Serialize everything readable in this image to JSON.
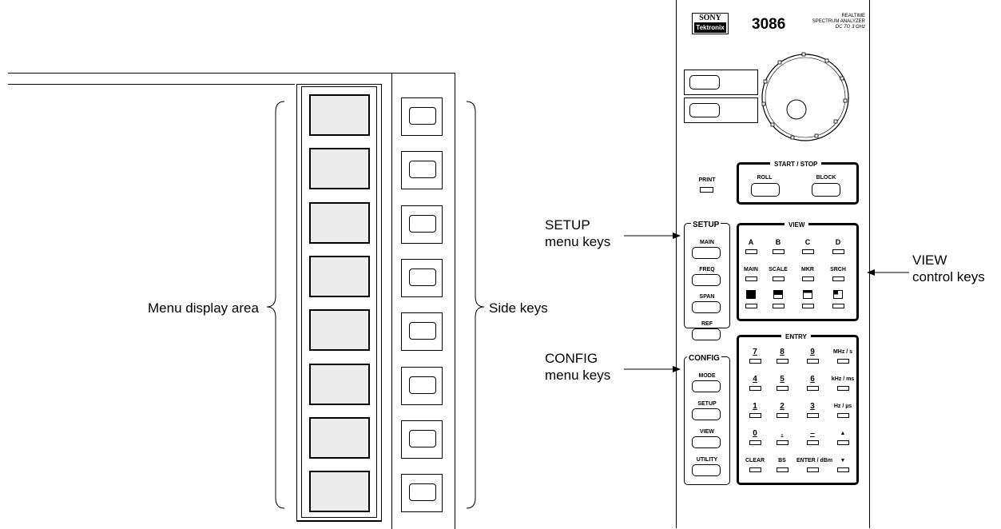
{
  "labels": {
    "menu_display_area": "Menu display area",
    "side_keys": "Side keys",
    "setup_line1": "SETUP",
    "setup_line2": "menu keys",
    "config_line1": "CONFIG",
    "config_line2": "menu keys",
    "view_line1": "VIEW",
    "view_line2": "control keys"
  },
  "panel": {
    "brand_top": "SONY",
    "brand_bottom": "Tektronix",
    "model": "3086",
    "desc_line1": "REALTIME",
    "desc_line2": "SPECTRUM ANALYZER",
    "desc_line3": "DC TO 3 GHz",
    "print": "PRINT",
    "start_stop": {
      "title": "START / STOP",
      "roll": "ROLL",
      "block": "BLOCK"
    },
    "setup": {
      "title": "SETUP",
      "keys": [
        "MAIN",
        "FREQ",
        "SPAN",
        "REF"
      ]
    },
    "config": {
      "title": "CONFIG",
      "keys": [
        "MODE",
        "SETUP",
        "VIEW",
        "UTILITY"
      ]
    },
    "view": {
      "title": "VIEW",
      "row1": [
        "A",
        "B",
        "C",
        "D"
      ],
      "row2": [
        "MAIN",
        "SCALE",
        "MKR",
        "SRCH"
      ]
    },
    "entry": {
      "title": "ENTRY",
      "row1": [
        "7",
        "8",
        "9",
        "MHz / s"
      ],
      "row2": [
        "4",
        "5",
        "6",
        "kHz / ms"
      ],
      "row3": [
        "1",
        "2",
        "3",
        "Hz / µs"
      ],
      "row4": [
        "0",
        ".",
        "–",
        "▲"
      ],
      "row5": [
        "CLEAR",
        "BS",
        "ENTER / dBm",
        "▼"
      ]
    }
  }
}
